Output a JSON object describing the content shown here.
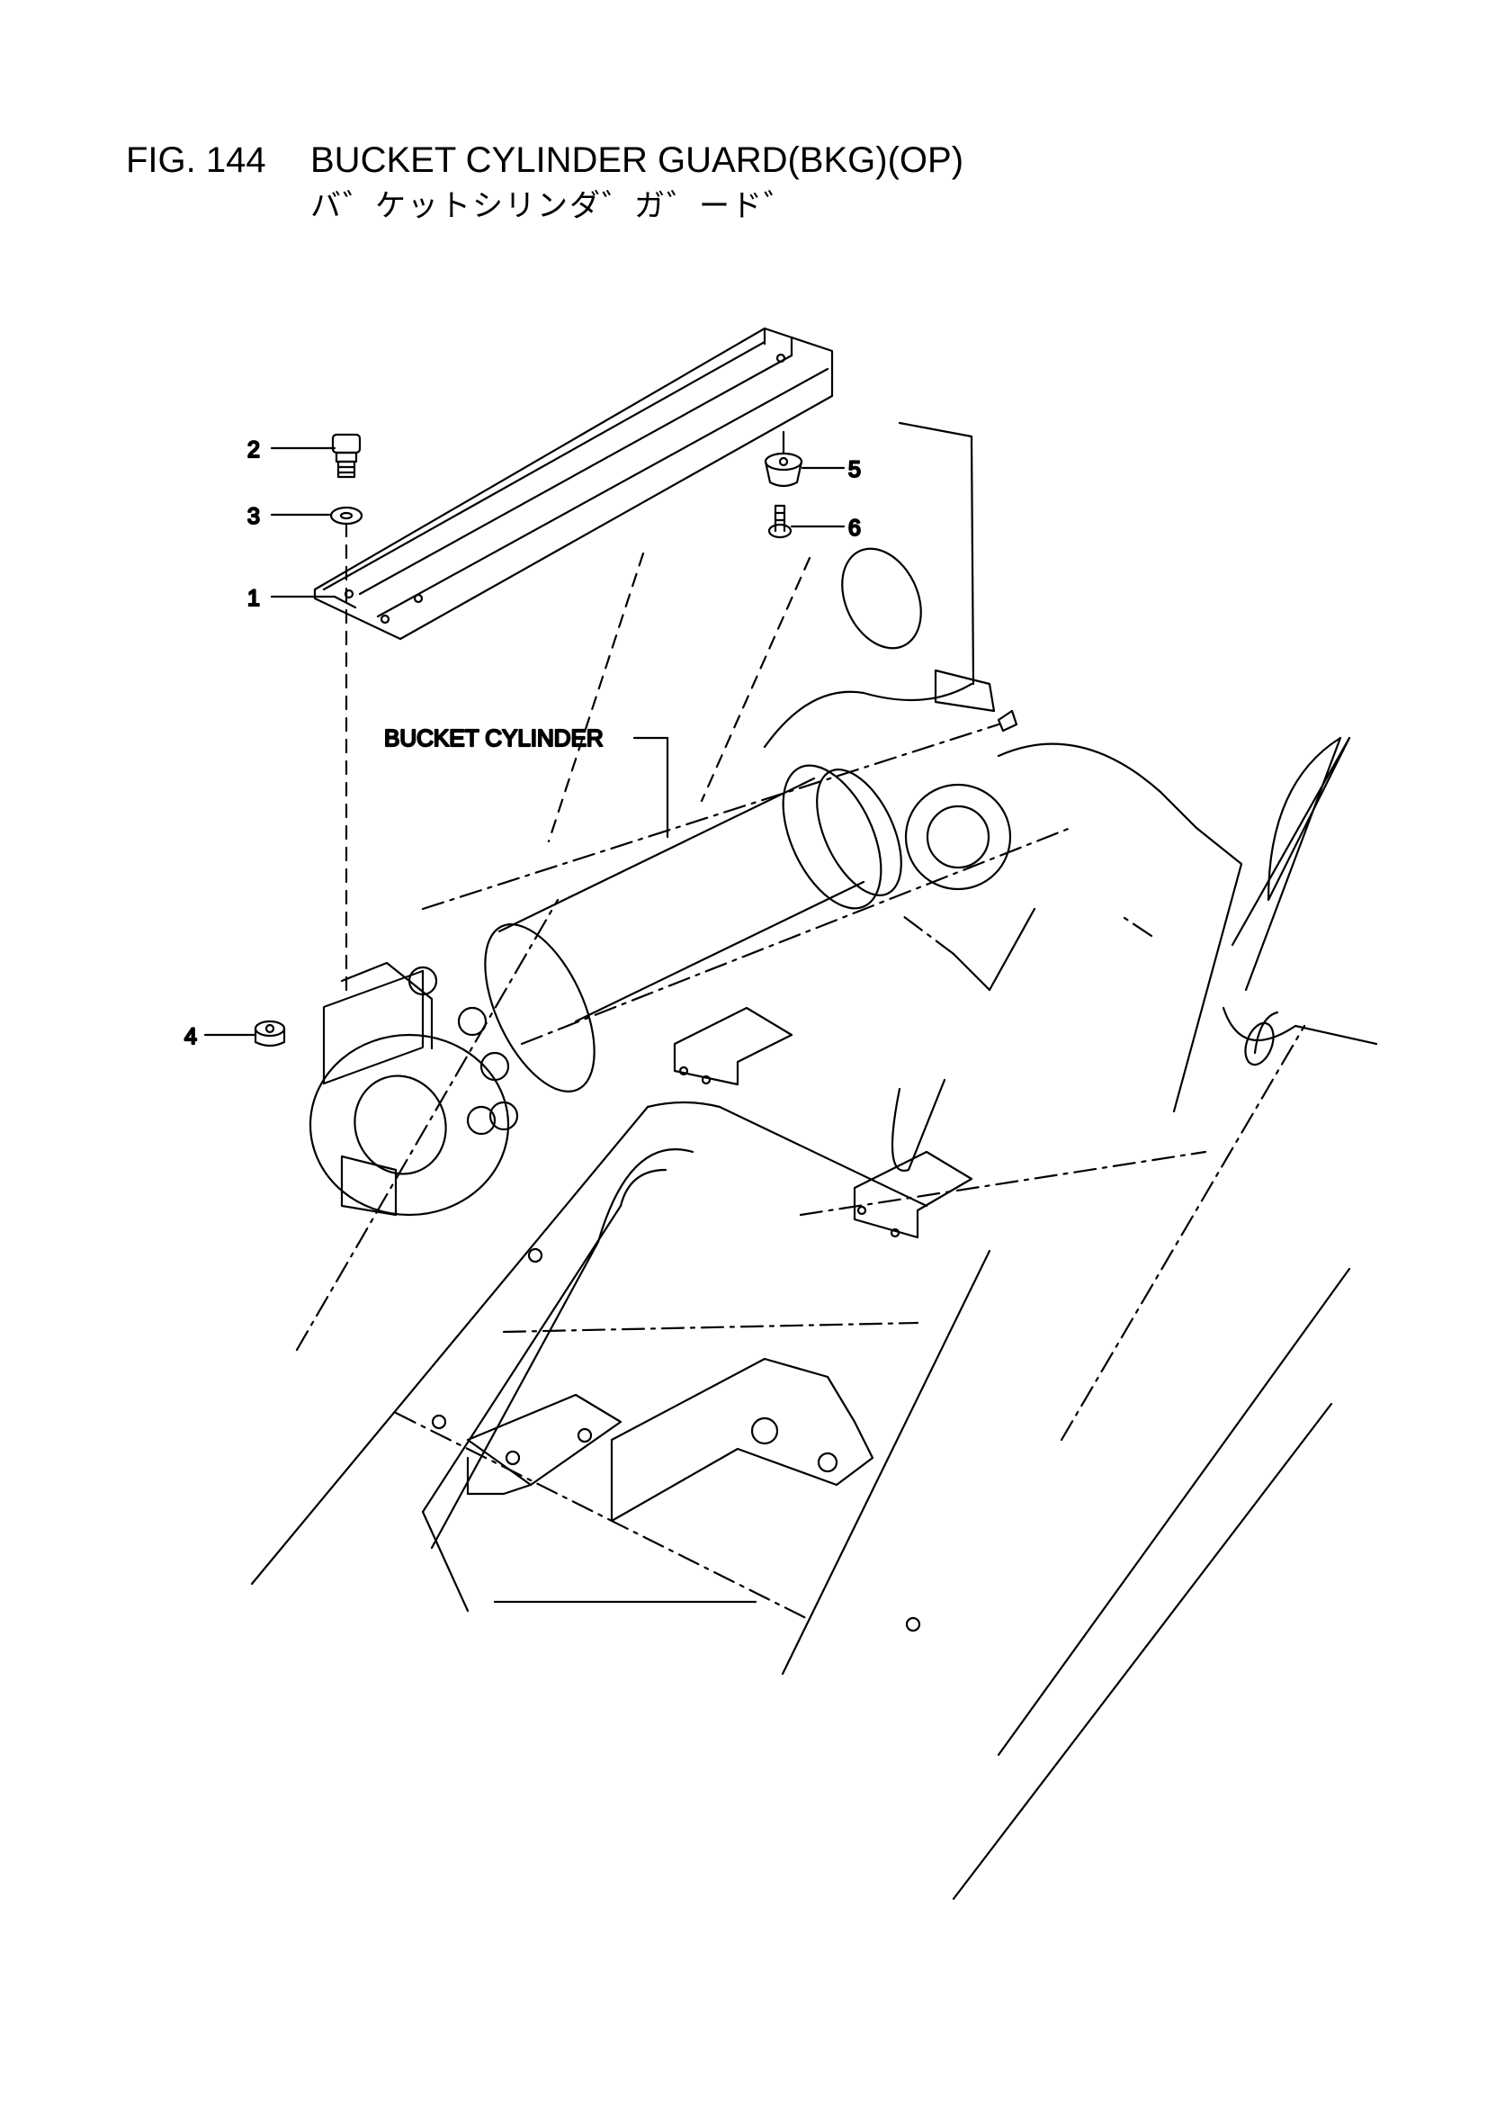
{
  "figure": {
    "number": "FIG. 144",
    "title": "BUCKET CYLINDER GUARD(BKG)(OP)",
    "title_jp": "バ゛ケットシリンダ゛ガ゛ード゛"
  },
  "callouts": [
    {
      "id": "1",
      "label": "1"
    },
    {
      "id": "2",
      "label": "2"
    },
    {
      "id": "3",
      "label": "3"
    },
    {
      "id": "4",
      "label": "4"
    },
    {
      "id": "5",
      "label": "5"
    },
    {
      "id": "6",
      "label": "6"
    }
  ],
  "annotations": {
    "bucket_cylinder": "BUCKET CYLINDER"
  }
}
